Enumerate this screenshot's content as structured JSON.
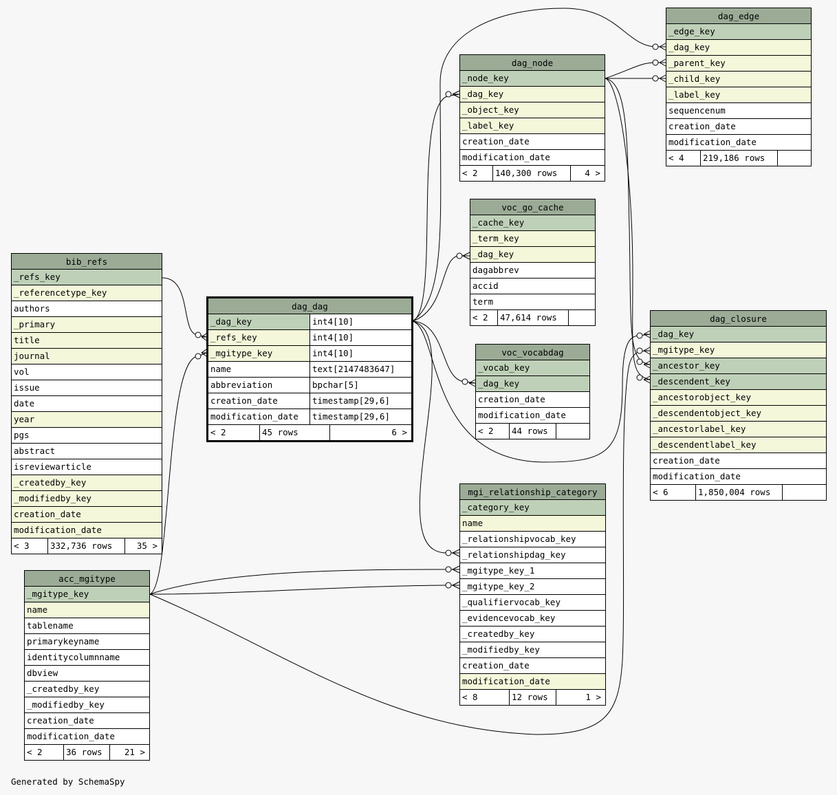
{
  "footer": "Generated by SchemaSpy",
  "colors": {
    "background": "#f7f7f7",
    "header": "#9bab96",
    "primary_key_row": "#bfd0b8",
    "foreign_key_row": "#f4f7da",
    "plain_row": "#ffffff",
    "line": "#000000"
  },
  "tables": [
    {
      "id": "bib_refs",
      "name": "bib_refs",
      "columns": [
        {
          "name": "_refs_key",
          "kind": "pk"
        },
        {
          "name": "_referencetype_key",
          "kind": "fk"
        },
        {
          "name": "authors",
          "kind": "plain"
        },
        {
          "name": "_primary",
          "kind": "fk"
        },
        {
          "name": "title",
          "kind": "fk"
        },
        {
          "name": "journal",
          "kind": "fk"
        },
        {
          "name": "vol",
          "kind": "plain"
        },
        {
          "name": "issue",
          "kind": "plain"
        },
        {
          "name": "date",
          "kind": "plain"
        },
        {
          "name": "year",
          "kind": "fk"
        },
        {
          "name": "pgs",
          "kind": "plain"
        },
        {
          "name": "abstract",
          "kind": "plain"
        },
        {
          "name": "isreviewarticle",
          "kind": "plain"
        },
        {
          "name": "_createdby_key",
          "kind": "fk"
        },
        {
          "name": "_modifiedby_key",
          "kind": "fk"
        },
        {
          "name": "creation_date",
          "kind": "fk"
        },
        {
          "name": "modification_date",
          "kind": "fk"
        }
      ],
      "footer": {
        "parents": "< 3",
        "rows": "332,736 rows",
        "children": "35 >"
      }
    },
    {
      "id": "acc_mgitype",
      "name": "acc_mgitype",
      "columns": [
        {
          "name": "_mgitype_key",
          "kind": "pk"
        },
        {
          "name": "name",
          "kind": "fk"
        },
        {
          "name": "tablename",
          "kind": "plain"
        },
        {
          "name": "primarykeyname",
          "kind": "plain"
        },
        {
          "name": "identitycolumnname",
          "kind": "plain"
        },
        {
          "name": "dbview",
          "kind": "plain"
        },
        {
          "name": "_createdby_key",
          "kind": "plain"
        },
        {
          "name": "_modifiedby_key",
          "kind": "plain"
        },
        {
          "name": "creation_date",
          "kind": "plain"
        },
        {
          "name": "modification_date",
          "kind": "plain"
        }
      ],
      "footer": {
        "parents": "< 2",
        "rows": "36 rows",
        "children": "21 >"
      }
    },
    {
      "id": "dag_dag",
      "name": "dag_dag",
      "columns": [
        {
          "name": "_dag_key",
          "kind": "pk",
          "type": "int4[10]"
        },
        {
          "name": "_refs_key",
          "kind": "fk",
          "type": "int4[10]"
        },
        {
          "name": "_mgitype_key",
          "kind": "fk",
          "type": "int4[10]"
        },
        {
          "name": "name",
          "kind": "plain",
          "type": "text[2147483647]"
        },
        {
          "name": "abbreviation",
          "kind": "plain",
          "type": "bpchar[5]"
        },
        {
          "name": "creation_date",
          "kind": "plain",
          "type": "timestamp[29,6]"
        },
        {
          "name": "modification_date",
          "kind": "plain",
          "type": "timestamp[29,6]"
        }
      ],
      "footer": {
        "parents": "< 2",
        "rows": "45 rows",
        "children": "6 >"
      }
    },
    {
      "id": "dag_node",
      "name": "dag_node",
      "columns": [
        {
          "name": "_node_key",
          "kind": "pk"
        },
        {
          "name": "_dag_key",
          "kind": "fk"
        },
        {
          "name": "_object_key",
          "kind": "fk"
        },
        {
          "name": "_label_key",
          "kind": "fk"
        },
        {
          "name": "creation_date",
          "kind": "plain"
        },
        {
          "name": "modification_date",
          "kind": "plain"
        }
      ],
      "footer": {
        "parents": "< 2",
        "rows": "140,300 rows",
        "children": "4 >"
      }
    },
    {
      "id": "dag_edge",
      "name": "dag_edge",
      "columns": [
        {
          "name": "_edge_key",
          "kind": "pk"
        },
        {
          "name": "_dag_key",
          "kind": "fk"
        },
        {
          "name": "_parent_key",
          "kind": "fk"
        },
        {
          "name": "_child_key",
          "kind": "fk"
        },
        {
          "name": "_label_key",
          "kind": "fk"
        },
        {
          "name": "sequencenum",
          "kind": "plain"
        },
        {
          "name": "creation_date",
          "kind": "plain"
        },
        {
          "name": "modification_date",
          "kind": "plain"
        }
      ],
      "footer": {
        "parents": "< 4",
        "rows": "219,186 rows",
        "children": ""
      }
    },
    {
      "id": "voc_go_cache",
      "name": "voc_go_cache",
      "columns": [
        {
          "name": "_cache_key",
          "kind": "pk"
        },
        {
          "name": "_term_key",
          "kind": "fk"
        },
        {
          "name": "_dag_key",
          "kind": "fk"
        },
        {
          "name": "dagabbrev",
          "kind": "plain"
        },
        {
          "name": "accid",
          "kind": "plain"
        },
        {
          "name": "term",
          "kind": "plain"
        }
      ],
      "footer": {
        "parents": "< 2",
        "rows": "47,614 rows",
        "children": ""
      }
    },
    {
      "id": "voc_vocabdag",
      "name": "voc_vocabdag",
      "columns": [
        {
          "name": "_vocab_key",
          "kind": "pk"
        },
        {
          "name": "_dag_key",
          "kind": "pk"
        },
        {
          "name": "creation_date",
          "kind": "plain"
        },
        {
          "name": "modification_date",
          "kind": "plain"
        }
      ],
      "footer": {
        "parents": "< 2",
        "rows": "44 rows",
        "children": ""
      }
    },
    {
      "id": "dag_closure",
      "name": "dag_closure",
      "columns": [
        {
          "name": "_dag_key",
          "kind": "pk"
        },
        {
          "name": "_mgitype_key",
          "kind": "fk"
        },
        {
          "name": "_ancestor_key",
          "kind": "pk"
        },
        {
          "name": "_descendent_key",
          "kind": "pk"
        },
        {
          "name": "_ancestorobject_key",
          "kind": "fk"
        },
        {
          "name": "_descendentobject_key",
          "kind": "fk"
        },
        {
          "name": "_ancestorlabel_key",
          "kind": "fk"
        },
        {
          "name": "_descendentlabel_key",
          "kind": "fk"
        },
        {
          "name": "creation_date",
          "kind": "plain"
        },
        {
          "name": "modification_date",
          "kind": "plain"
        }
      ],
      "footer": {
        "parents": "< 6",
        "rows": "1,850,004 rows",
        "children": ""
      }
    },
    {
      "id": "mgi_relationship_category",
      "name": "mgi_relationship_category",
      "columns": [
        {
          "name": "_category_key",
          "kind": "pk"
        },
        {
          "name": "name",
          "kind": "fk"
        },
        {
          "name": "_relationshipvocab_key",
          "kind": "plain"
        },
        {
          "name": "_relationshipdag_key",
          "kind": "plain"
        },
        {
          "name": "_mgitype_key_1",
          "kind": "plain"
        },
        {
          "name": "_mgitype_key_2",
          "kind": "plain"
        },
        {
          "name": "_qualifiervocab_key",
          "kind": "plain"
        },
        {
          "name": "_evidencevocab_key",
          "kind": "plain"
        },
        {
          "name": "_createdby_key",
          "kind": "plain"
        },
        {
          "name": "_modifiedby_key",
          "kind": "plain"
        },
        {
          "name": "creation_date",
          "kind": "plain"
        },
        {
          "name": "modification_date",
          "kind": "fk"
        }
      ],
      "footer": {
        "parents": "< 8",
        "rows": "12 rows",
        "children": "1 >"
      }
    }
  ]
}
